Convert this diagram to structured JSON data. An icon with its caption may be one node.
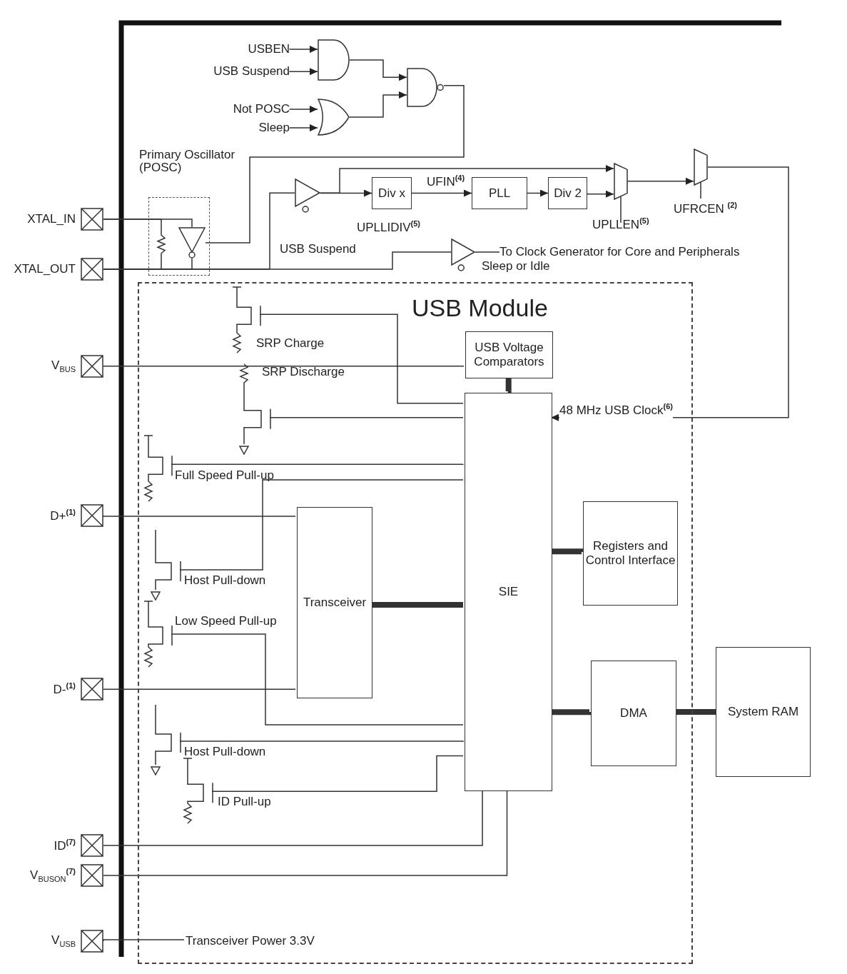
{
  "diagram": {
    "nodes": [
      {
        "text": [
          "USBEN"
        ]
      },
      {
        "text": [
          "USB Suspend"
        ]
      },
      {
        "text": [
          "Not POSC"
        ]
      },
      {
        "text": [
          "Sleep"
        ]
      },
      {
        "text": [],
        "shape": "gate"
      },
      {
        "text": [],
        "shape": "gate"
      },
      {
        "text": [],
        "shape": "gate"
      },
      {
        "text": [
          "Primary Oscillator (POSC)"
        ]
      },
      {
        "text": [],
        "shape": "triangle",
        "in": 7
      },
      {
        "text": [
          "XTAL_IN"
        ]
      },
      {
        "text": [
          "XTAL_OUT"
        ]
      },
      {
        "text": [],
        "shape": "triangle",
        "beside": [
          "USB Suspend"
        ]
      },
      {
        "text": [
          "Div x"
        ],
        "beside": [
          "UPLLIDIV$^{(5)}$"
        ]
      },
      {
        "text": [
          "PLL"
        ]
      },
      {
        "text": [
          "Div 2"
        ]
      },
      {
        "text": [],
        "shape": "trapezoid",
        "beside": [
          "UPLLEN$^{(5)}$"
        ]
      },
      {
        "text": [],
        "shape": "trapezoid",
        "beside": [
          "UFRCEN $^{(2)}$"
        ]
      },
      {
        "text": [],
        "shape": "triangle",
        "beside": [
          "Sleep or Idle"
        ]
      },
      {
        "text": [
          "To Clock Generator for Core and Peripherals"
        ]
      },
      {
        "text": [
          "USB Module"
        ]
      },
      {
        "text": [
          "USB Voltage Comparators"
        ],
        "in": 19
      },
      {
        "text": [
          "SIE"
        ],
        "in": 19
      },
      {
        "text": [
          "Transceiver"
        ],
        "in": 19
      },
      {
        "text": [
          "Registers and Control Interface"
        ],
        "in": 19
      },
      {
        "text": [
          "DMA"
        ],
        "in": 19
      },
      {
        "text": [
          "System RAM"
        ]
      },
      {
        "text": [
          "V$_{BUS}$"
        ]
      },
      {
        "text": [
          "D+$^{(1)}$"
        ]
      },
      {
        "text": [
          "D-$^{(1)}$"
        ]
      },
      {
        "text": [
          "ID$^{(7)}$"
        ]
      },
      {
        "text": [
          "V$_{BUSON}$$^{(7)}$"
        ]
      },
      {
        "text": [
          "V$_{USB}$"
        ]
      },
      {
        "text": [
          "Transceiver Power 3.3V"
        ],
        "in": 19
      },
      {
        "text": [],
        "shape": "transistor",
        "in": 19,
        "beside": [
          "SRP Charge"
        ]
      },
      {
        "text": [],
        "shape": "transistor",
        "in": 19,
        "beside": [
          "SRP Discharge"
        ]
      },
      {
        "text": [],
        "shape": "transistor",
        "in": 19,
        "beside": [
          "Full Speed Pull-up"
        ]
      },
      {
        "text": [],
        "shape": "transistor",
        "in": 19,
        "beside": [
          "Host Pull-down"
        ]
      },
      {
        "text": [],
        "shape": "transistor",
        "in": 19,
        "beside": [
          "Low Speed Pull-up"
        ]
      },
      {
        "text": [],
        "shape": "transistor",
        "in": 19,
        "beside": [
          "Host Pull-down"
        ]
      },
      {
        "text": [],
        "shape": "transistor",
        "in": 19,
        "beside": [
          "ID Pull-up"
        ]
      },
      {
        "text": [],
        "shape": "resistor",
        "in": 7
      }
    ],
    "edges": [
      {
        "from": 0,
        "to": 4,
        "arrow": "to"
      },
      {
        "from": 1,
        "to": 4,
        "arrow": "to"
      },
      {
        "from": 2,
        "to": 5,
        "arrow": "to"
      },
      {
        "from": 3,
        "to": 5,
        "arrow": "to"
      },
      {
        "from": 4,
        "to": 6,
        "arrow": "to"
      },
      {
        "from": 5,
        "to": 6,
        "arrow": "to"
      },
      {
        "from": 6,
        "to": 8,
        "arrow": "none"
      },
      {
        "from": 9,
        "to": 8,
        "arrow": "none"
      },
      {
        "from": 10,
        "to": 8,
        "arrow": "none"
      },
      {
        "from": 10,
        "to": 11,
        "arrow": "none"
      },
      {
        "from": 10,
        "to": 17,
        "arrow": "none"
      },
      {
        "from": 11,
        "to": 12,
        "arrow": "to"
      },
      {
        "from": 11,
        "to": 15,
        "arrow": "to"
      },
      {
        "from": 12,
        "to": 13,
        "arrow": "to",
        "label": "UFIN$^{(4)}$"
      },
      {
        "from": 13,
        "to": 14,
        "arrow": "to"
      },
      {
        "from": 14,
        "to": 15,
        "arrow": "to"
      },
      {
        "from": 15,
        "to": 16,
        "arrow": "to"
      },
      {
        "from": 16,
        "to": 21,
        "arrow": "to",
        "label": "48 MHz USB Clock$^{(6)}$"
      },
      {
        "from": 17,
        "to": 18,
        "arrow": "none"
      },
      {
        "from": 26,
        "to": 20,
        "arrow": "none"
      },
      {
        "from": 21,
        "to": 20,
        "arrow": "none",
        "style": "thick"
      },
      {
        "from": 27,
        "to": 22,
        "arrow": "none"
      },
      {
        "from": 28,
        "to": 22,
        "arrow": "none"
      },
      {
        "from": 22,
        "to": 21,
        "arrow": "none",
        "style": "thick"
      },
      {
        "from": 23,
        "to": 21,
        "arrow": "none",
        "style": "thick"
      },
      {
        "from": 24,
        "to": 21,
        "arrow": "none",
        "style": "thick"
      },
      {
        "from": 24,
        "to": 25,
        "arrow": "none",
        "style": "thick"
      },
      {
        "from": 21,
        "to": 33,
        "arrow": "none"
      },
      {
        "from": 21,
        "to": 34,
        "arrow": "none"
      },
      {
        "from": 21,
        "to": 35,
        "arrow": "none"
      },
      {
        "from": 21,
        "to": 36,
        "arrow": "none"
      },
      {
        "from": 21,
        "to": 37,
        "arrow": "none"
      },
      {
        "from": 21,
        "to": 38,
        "arrow": "none"
      },
      {
        "from": 21,
        "to": 39,
        "arrow": "none"
      },
      {
        "from": 29,
        "to": 21,
        "arrow": "none"
      },
      {
        "from": 30,
        "to": 21,
        "arrow": "none"
      },
      {
        "from": 31,
        "to": 32,
        "arrow": "none"
      },
      {
        "from": 9,
        "to": 40,
        "arrow": "none"
      },
      {
        "from": 40,
        "to": 10,
        "arrow": "none"
      }
    ]
  }
}
